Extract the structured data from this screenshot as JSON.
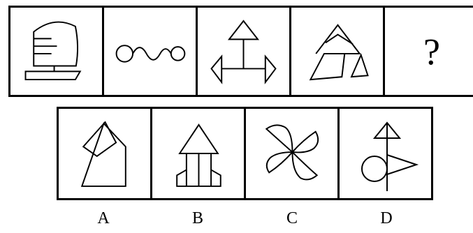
{
  "question_mark": "?",
  "question_figures": [
    {
      "name": "sailboat-figure"
    },
    {
      "name": "circle-wave-circle-figure"
    },
    {
      "name": "arrow-triangles-figure"
    },
    {
      "name": "interlocking-triangles-figure"
    },
    {
      "name": "question-slot"
    }
  ],
  "options": [
    {
      "label": "A",
      "figure": "zigzag-triangles-figure"
    },
    {
      "label": "B",
      "figure": "arrow-house-figure"
    },
    {
      "label": "C",
      "figure": "pinwheel-figure"
    },
    {
      "label": "D",
      "figure": "flag-circle-figure"
    }
  ]
}
